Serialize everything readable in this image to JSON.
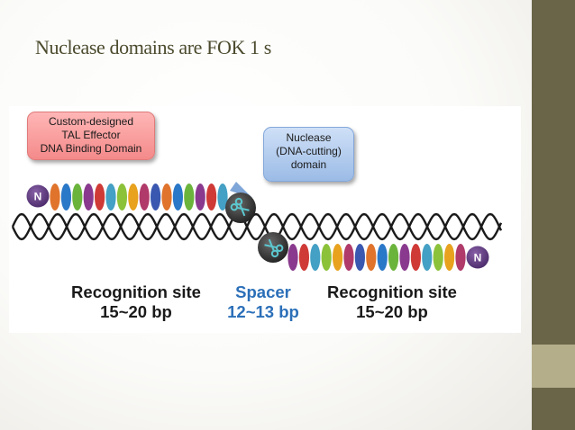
{
  "slide": {
    "title": "Nuclease domains are FOK 1 s",
    "colors": {
      "side_bar": "#6a6548",
      "side_accent": "#b4ae8b",
      "title": "#4c4b2e"
    }
  },
  "figure": {
    "tal_callout": {
      "lines": [
        "Custom-designed",
        "TAL Effector",
        "DNA Binding Domain"
      ],
      "color": "#f7a0a0"
    },
    "nuclease_callout": {
      "lines": [
        "Nuclease",
        "(DNA-cutting)",
        "domain"
      ],
      "color": "#b4cdf0"
    },
    "terminus_label": "N",
    "scissors_icon": "scissors-icon",
    "repeat_colors": [
      "#e0742c",
      "#2a78c8",
      "#6bb43c",
      "#8a3a8e",
      "#cf3a36",
      "#44a0c4",
      "#8cc23a",
      "#e8a21e",
      "#b03a6a",
      "#3a58b0"
    ],
    "labels": {
      "left_site": {
        "name": "Recognition site",
        "length": "15~20 bp"
      },
      "spacer": {
        "name": "Spacer",
        "length": "12~13 bp"
      },
      "right_site": {
        "name": "Recognition site",
        "length": "15~20 bp"
      }
    }
  }
}
